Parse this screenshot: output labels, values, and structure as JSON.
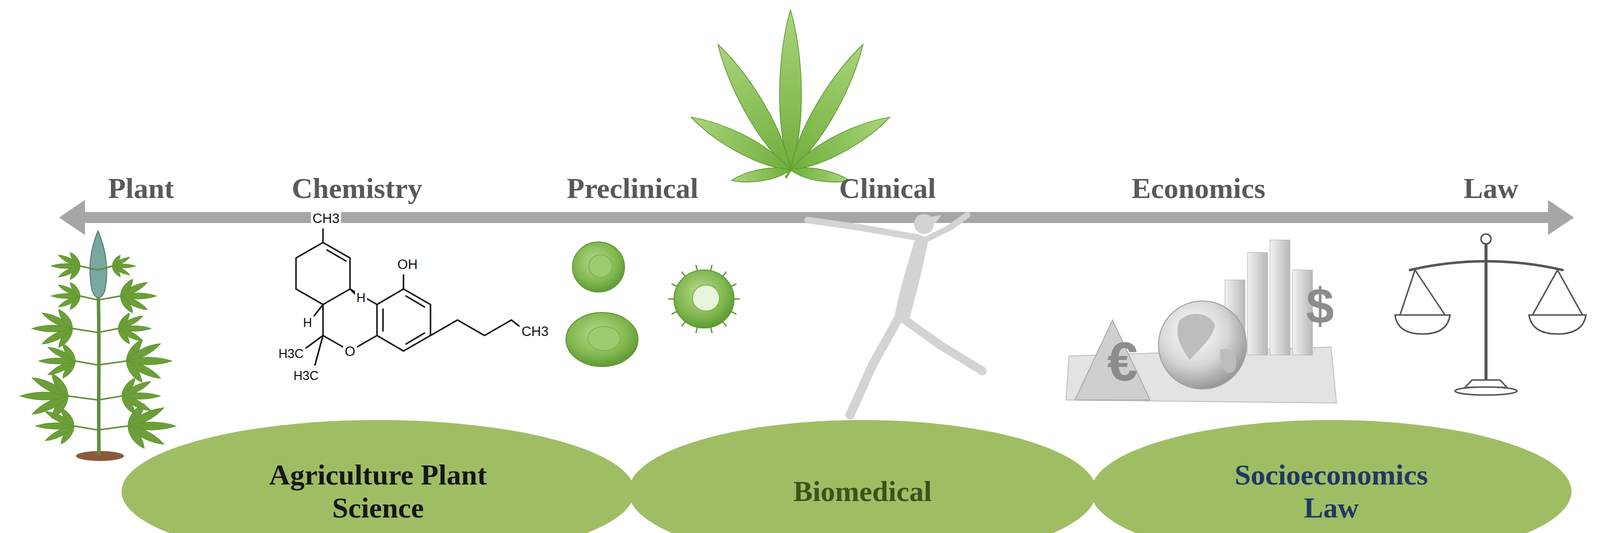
{
  "diagram": {
    "nodes": [
      {
        "text": [
          "Agriculture Plant Science"
        ]
      },
      {
        "text": [
          "Biomedical"
        ]
      },
      {
        "text": [
          "Socioeconomics Law"
        ]
      }
    ],
    "labels": [
      "Plant",
      "Chemistry",
      "Preclinical",
      "Clinical",
      "Economics",
      "Law",
      "CH3",
      "OH",
      "H",
      "H",
      "H3C",
      "H3C",
      "O",
      "CH3",
      "€",
      "$"
    ]
  }
}
